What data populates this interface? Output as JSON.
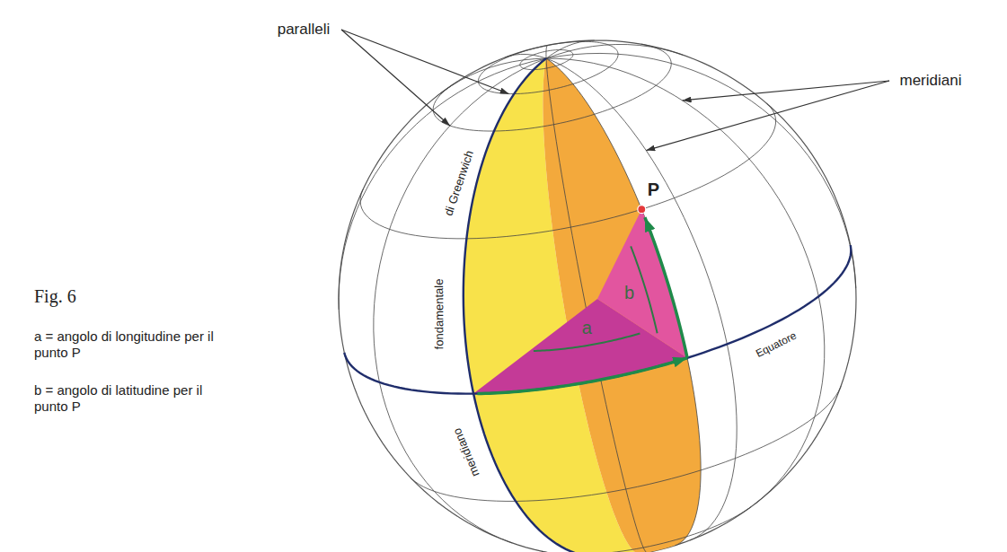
{
  "diagram": {
    "labels": [
      "paralleli",
      "meridiani",
      "di Greenwich",
      "fondamentale",
      "meridiano",
      "P",
      "b",
      "a",
      "Equatore",
      "Fig. 6",
      "a = angolo di longitudine per il punto P",
      "b = angolo di latitudine per il punto P"
    ]
  }
}
